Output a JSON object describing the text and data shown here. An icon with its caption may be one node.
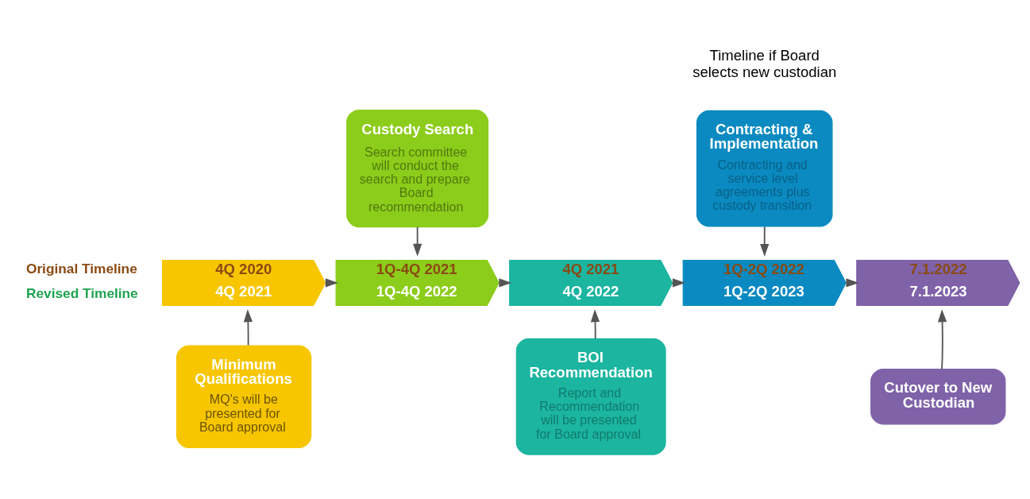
{
  "diagram": {
    "nodes": [
      {
        "text": [
          "4Q 2020",
          "4Q 2021"
        ]
      },
      {
        "text": [
          "1Q-4Q 2021",
          "1Q-4Q 2022"
        ]
      },
      {
        "text": [
          "4Q 2021",
          "4Q 2022"
        ]
      },
      {
        "text": [
          "1Q-2Q 2022",
          "1Q-2Q 2023"
        ]
      },
      {
        "text": [
          "7.1.2022",
          "7.1.2023"
        ]
      },
      {
        "text": [
          "Minimum Qualifications",
          "MQ's will be presented for Board approval"
        ]
      },
      {
        "text": [
          "Custody Search",
          "Search committee will conduct the search and prepare Board recommendation"
        ]
      },
      {
        "text": [
          "BOI Recommendation",
          "Report and Recommendation will be presented for Board approval"
        ]
      },
      {
        "text": [
          "Contracting & Implementation",
          "Contracting and service level agreements plus custody transition"
        ]
      },
      {
        "text": [
          "Cutover to New Custodian"
        ]
      }
    ],
    "edges": [
      {
        "from": 0,
        "to": 1,
        "arrow": "to"
      },
      {
        "from": 1,
        "to": 2,
        "arrow": "to"
      },
      {
        "from": 2,
        "to": 3,
        "arrow": "to"
      },
      {
        "from": 3,
        "to": 4,
        "arrow": "to"
      },
      {
        "from": 5,
        "to": 0,
        "arrow": "to"
      },
      {
        "from": 6,
        "to": 1,
        "arrow": "to"
      },
      {
        "from": 7,
        "to": 2,
        "arrow": "to"
      },
      {
        "from": 8,
        "to": 3,
        "arrow": "to"
      },
      {
        "from": 9,
        "to": 4,
        "arrow": "to"
      }
    ],
    "labels": [
      "Timeline if Board selects new custodian",
      "Original Timeline",
      "Revised Timeline"
    ]
  }
}
